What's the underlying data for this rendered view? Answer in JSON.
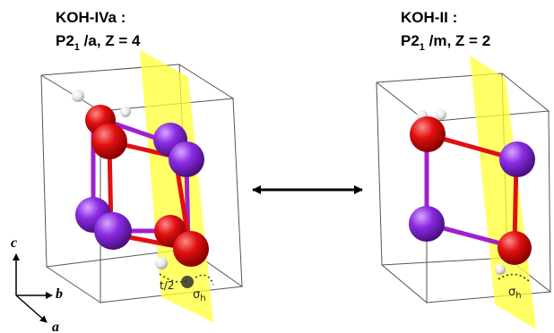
{
  "left_structure": {
    "name": "KOH-IVa :",
    "space_group_main": "P2",
    "space_group_sub": "1",
    "space_group_rest": " /a, Z = 4",
    "label_t2": "t/2",
    "label_sigma_main": "σ",
    "label_sigma_sub": "h"
  },
  "right_structure": {
    "name": "KOH-II :",
    "space_group_main": "P2",
    "space_group_sub": "1",
    "space_group_rest": " /m, Z = 2",
    "label_sigma_main": "σ",
    "label_sigma_sub": "h"
  },
  "axes": {
    "c": "c",
    "b": "b",
    "a": "a"
  },
  "colors": {
    "oxygen": "#e01010",
    "potassium": "#8a2be2",
    "hydrogen": "#e8e8e8",
    "mirror_plane": "#ffff33",
    "bond_o_k": "#a020d0",
    "cell_edge": "#555555"
  }
}
